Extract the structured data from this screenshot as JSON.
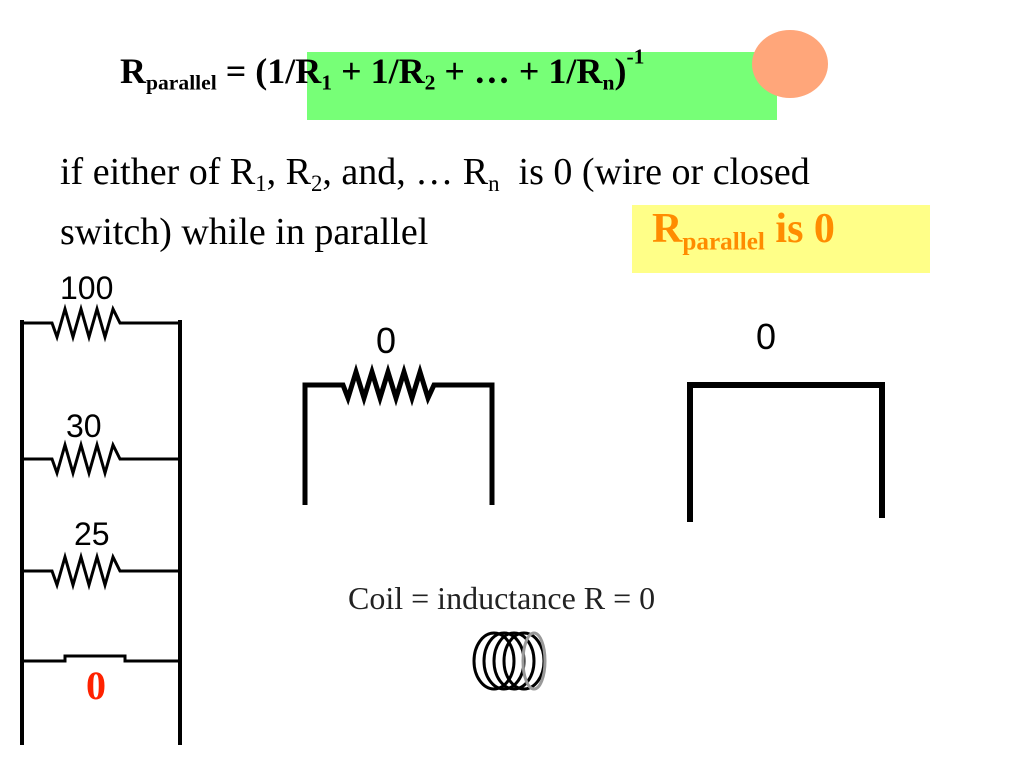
{
  "formula": {
    "lhs_symbol": "R",
    "lhs_sub": "parallel",
    "equals": " = ",
    "open": "(1/R",
    "sub1": "1",
    "plus1": " + 1/R",
    "sub2": "2",
    "dots": " + … + 1/R",
    "subn": "n",
    "close": ")",
    "exponent": "-1"
  },
  "statement": {
    "line1_a": "if either of R",
    "line1_s1": "1",
    "line1_b": ", R",
    "line1_s2": "2",
    "line1_c": ", and, … R",
    "line1_sn": "n",
    "line1_d": "  is 0 (wire or closed",
    "line2": "switch) while in parallel"
  },
  "result": {
    "symbol": "R",
    "sub": "parallel",
    "text": " is 0",
    "color": "#ff8c00"
  },
  "ladder": {
    "resistors": [
      "100",
      "30",
      "25"
    ],
    "wire_label": "0",
    "wire_label_color": "#ff2200"
  },
  "middle_circuit": {
    "label": "0"
  },
  "right_circuit": {
    "label": "0"
  },
  "coil": {
    "caption": "Coil = inductance R = 0"
  },
  "highlights": {
    "green": "#77ff77",
    "orange": "#ffa67a",
    "yellow": "#ffff88"
  }
}
